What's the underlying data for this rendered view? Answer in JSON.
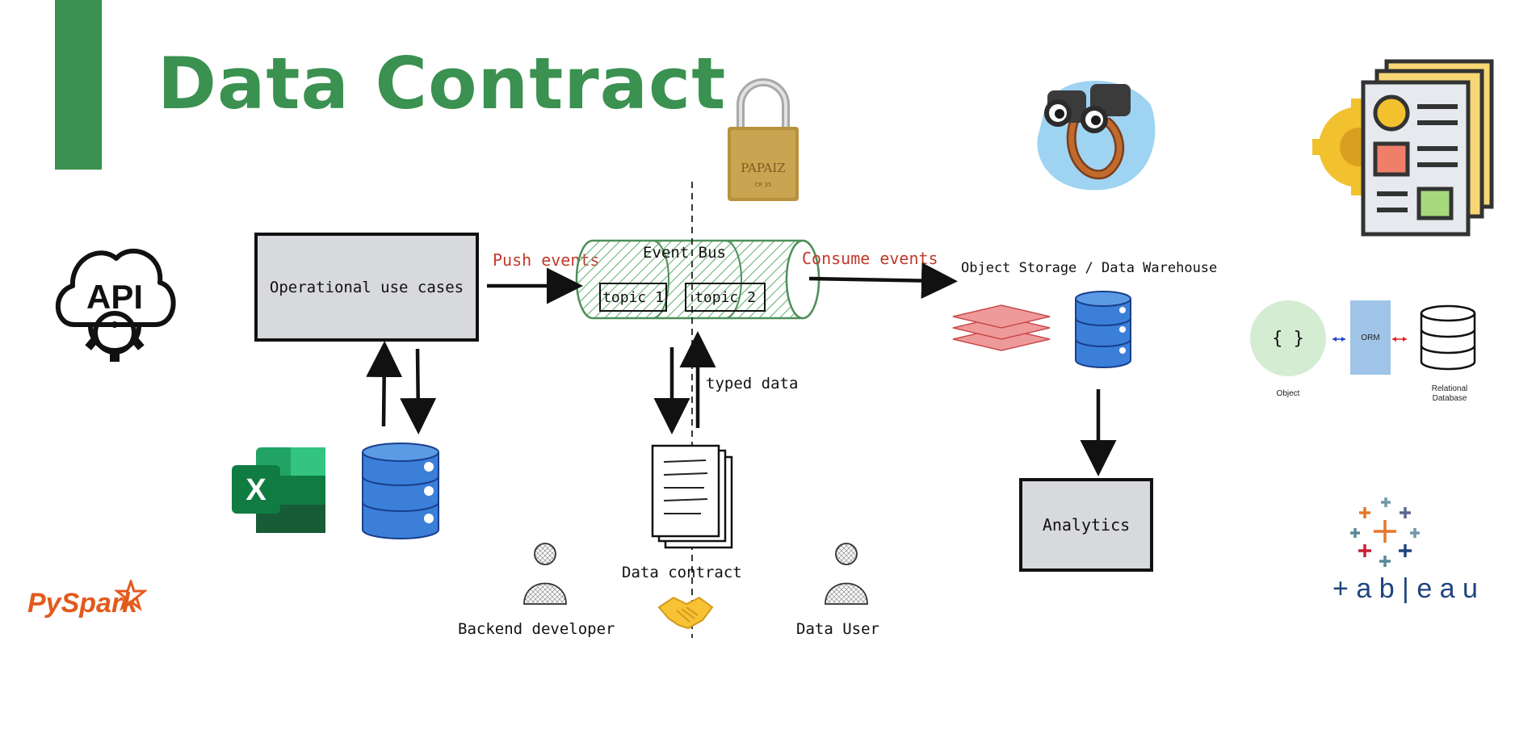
{
  "title": "Data Contract",
  "colors": {
    "accent": "#3a9150",
    "red_label": "#c0392b",
    "box_fill": "#d8d9dd",
    "db_blue": "#3b7fd9",
    "bus_green": "#5fae6b"
  },
  "icons": [
    "padlock-icon",
    "binoculars-icon",
    "document-gear-icon",
    "api-cloud-icon",
    "excel-icon",
    "database-icon",
    "pyspark-logo",
    "tableau-logo",
    "handshake-icon",
    "person-icon",
    "orm-diagram",
    "stack-layers-icon"
  ],
  "labels": {
    "operational": "Operational use cases",
    "push_events": "Push events",
    "event_bus": "Event Bus",
    "topic1": "topic 1",
    "topic2": "topic 2",
    "consume_events": "Consume events",
    "object_storage": "Object Storage / Data Warehouse",
    "typed_data": "typed data",
    "data_contract": "Data contract",
    "analytics": "Analytics",
    "backend_developer": "Backend developer",
    "data_user": "Data User",
    "api": "API",
    "pyspark": "PySpark",
    "excel_x": "X",
    "padlock_text": "PAPAIZ",
    "padlock_sub": "CR 35"
  },
  "orm": {
    "object_symbol": "{ }",
    "object": "Object",
    "orm": "ORM",
    "relational": "Relational",
    "database": "Database"
  },
  "tableau": {
    "wordmark": "+ a b | e a u"
  }
}
